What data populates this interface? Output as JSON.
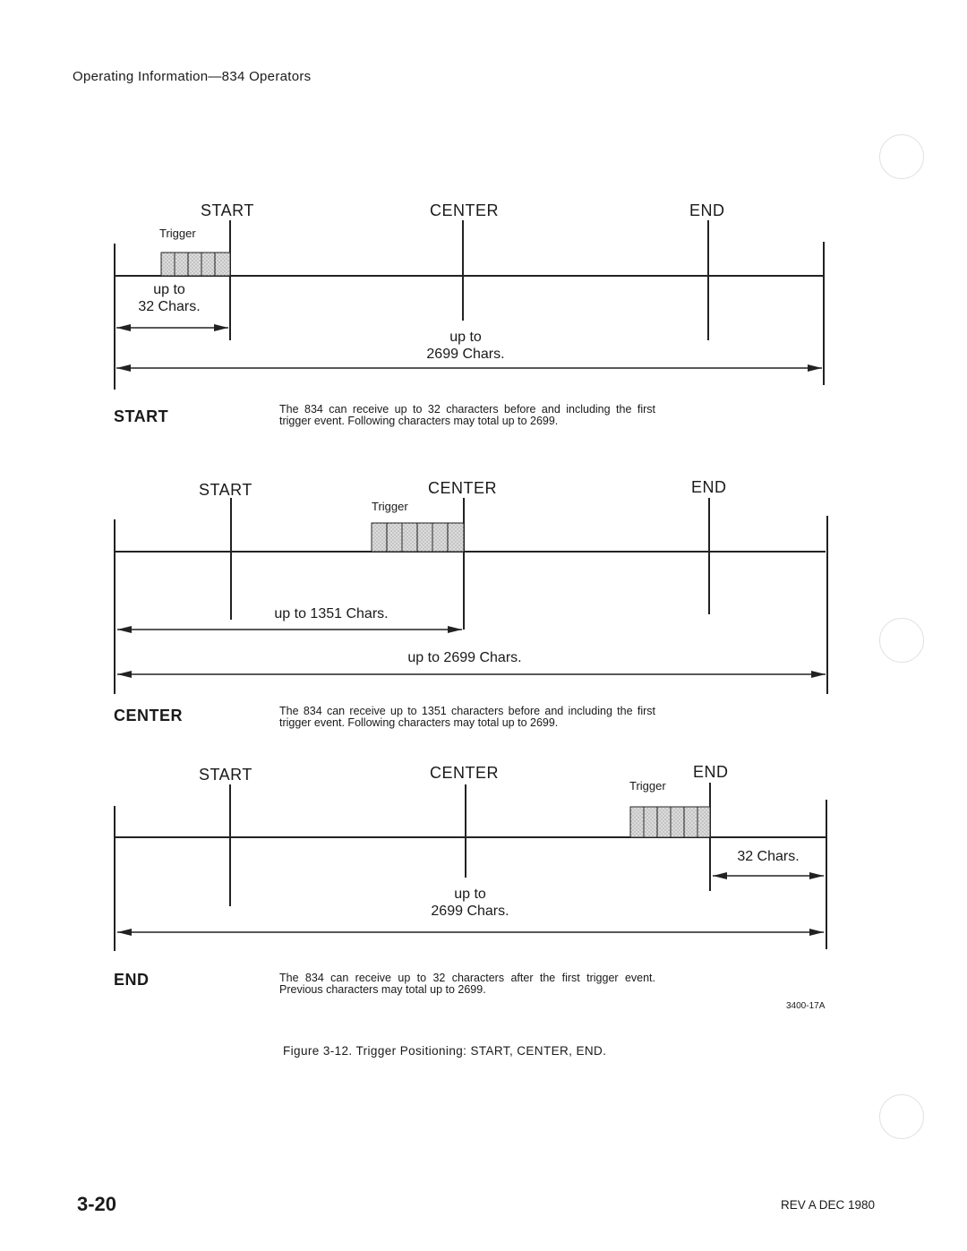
{
  "header": {
    "text": "Operating Information—834 Operators"
  },
  "labels": {
    "start": "START",
    "center": "CENTER",
    "end": "END",
    "trigger": "Trigger"
  },
  "panels": [
    {
      "mode": "START",
      "description": "The 834 can receive up to 32 characters before and including the first trigger event. Following characters may total up to 2699.",
      "note_pre": "up to\n32 Chars.",
      "note_total": "up to\n2699 Chars."
    },
    {
      "mode": "CENTER",
      "description": "The 834 can receive up to 1351 characters before and including the first trigger event. Following characters may total up to 2699.",
      "note_pre": "up to 1351 Chars.",
      "note_total": "up to 2699 Chars."
    },
    {
      "mode": "END",
      "description": "The 834 can receive up to 32 characters after the first trigger event. Previous characters may total up to 2699.",
      "note_post": "32 Chars.",
      "note_total": "up to\n2699 Chars."
    }
  ],
  "figure": {
    "id": "3400-17A",
    "caption": "Figure 3-12. Trigger Positioning:  START, CENTER, END."
  },
  "footer": {
    "page": "3-20",
    "revision": "REV A DEC 1980"
  }
}
